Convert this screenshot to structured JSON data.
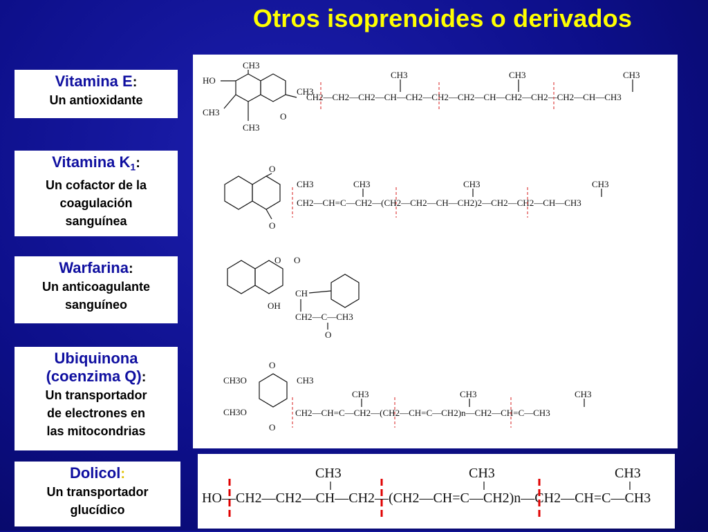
{
  "title": "Otros isoprenoides o derivados",
  "labels": {
    "vitE": {
      "name": "Vitamina E",
      "colon": ":",
      "desc": [
        "Un antioxidante"
      ]
    },
    "vitK": {
      "name": "Vitamina K",
      "sub": "1",
      "colon": ":",
      "desc": [
        "Un cofactor de la",
        "coagulación",
        "sanguínea"
      ]
    },
    "warf": {
      "name": "Warfarina",
      "colon": ":",
      "desc": [
        "Un anticoagulante",
        "sanguíneo"
      ]
    },
    "ubiq": {
      "name1": "Ubiquinona",
      "name2": "(coenzima Q)",
      "colon": ":",
      "desc": [
        "Un transportador",
        "de electrones en",
        "las mitocondrias"
      ]
    },
    "doli": {
      "name": "Dolicol",
      "colon": ":",
      "desc": [
        "Un transportador",
        "glucídico"
      ]
    }
  },
  "formulas": {
    "vitE": {
      "ho": "HO",
      "ch3_top": "CH3",
      "ch3_left": "CH3",
      "ch3_bot": "CH3",
      "o": "O",
      "ch3_ring": "CH3",
      "chain": "CH2—CH2—CH2—CH—CH2—CH2—CH2—CH—CH2—CH2—CH2—CH—CH3",
      "branches": [
        "CH3",
        "CH3",
        "CH3"
      ]
    },
    "vitK": {
      "o_top": "O",
      "o_bot": "O",
      "ch3": "CH3",
      "chain": "CH2—CH=C—CH2—(CH2—CH2—CH—CH2)2—CH2—CH2—CH—CH3",
      "branches": [
        "CH3",
        "CH3",
        "CH3"
      ]
    },
    "warf": {
      "o_ring": "O",
      "o_keto": "O",
      "oh": "OH",
      "ch": "CH",
      "ch2": "CH2—C—CH3",
      "o_bottom": "O"
    },
    "ubiq": {
      "ch3o_top": "CH3O",
      "ch3o_bot": "CH3O",
      "o_top": "O",
      "o_bot": "O",
      "ch3": "CH3",
      "chain": "CH2—CH=C—CH2—(CH2—CH=C—CH2)n—CH2—CH=C—CH3",
      "branches": [
        "CH3",
        "CH3",
        "CH3"
      ]
    },
    "doli": {
      "chain": "HO—CH2—CH2—CH—CH2—(CH2—CH=C—CH2)n—CH2—CH=C—CH3",
      "branches": [
        "CH3",
        "CH3",
        "CH3"
      ]
    }
  },
  "colors": {
    "background": "#0d0f8a",
    "title": "#ffff00",
    "label_name": "#1010a0",
    "dash": "#e00000"
  }
}
